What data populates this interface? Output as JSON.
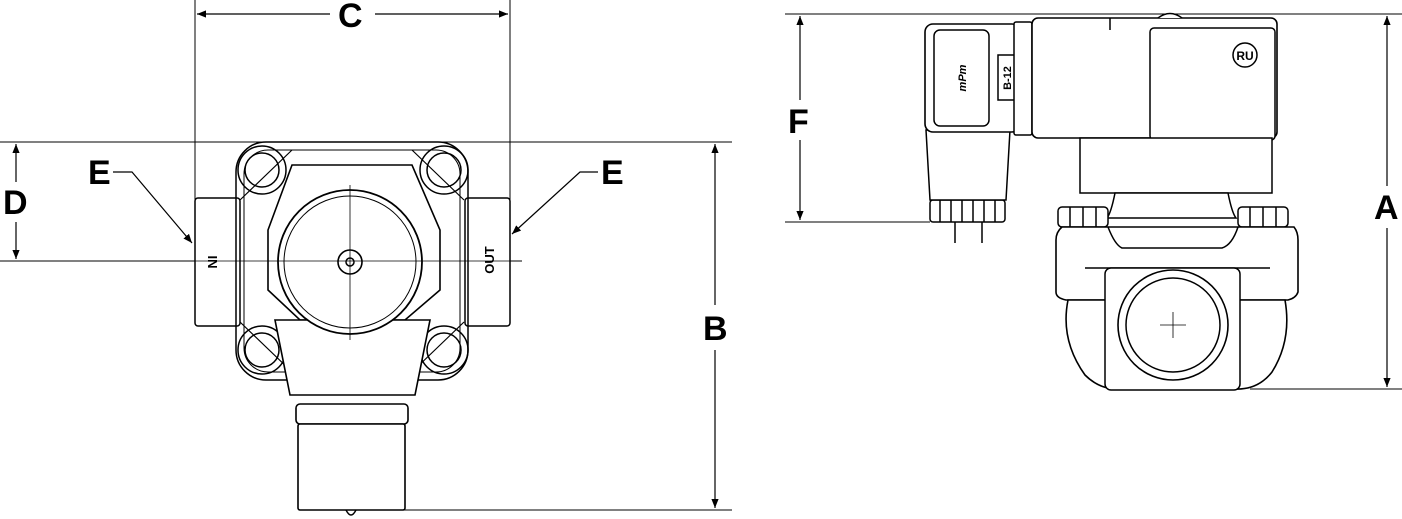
{
  "dimensions": {
    "a": "A",
    "b": "B",
    "c": "C",
    "d": "D",
    "e_left": "E",
    "e_right": "E",
    "f": "F"
  },
  "ports": {
    "inlet": "IN",
    "outlet": "OUT"
  },
  "coil": {
    "connector_code": "B-12",
    "logo": "mPm",
    "cert_mark": "RU"
  },
  "colors": {
    "line": "#000000",
    "background": "#ffffff"
  }
}
